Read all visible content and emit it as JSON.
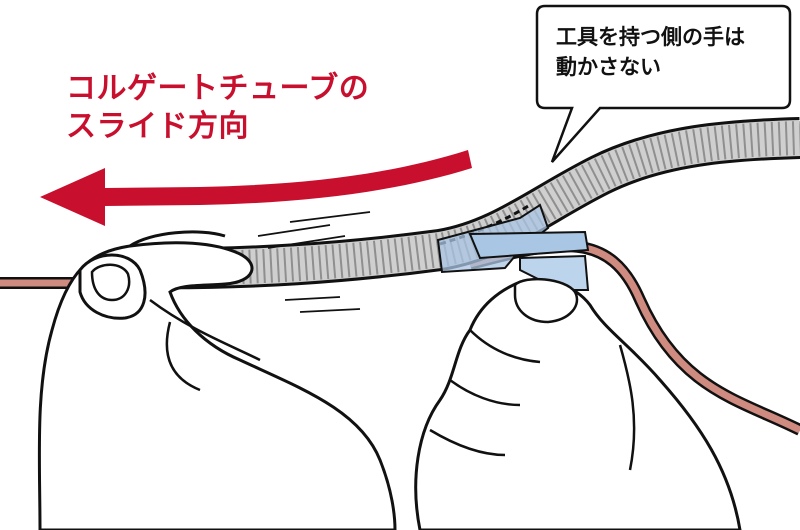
{
  "slide_direction_label": {
    "line1": "コルゲートチューブの",
    "line2": "スライド方向"
  },
  "callout": {
    "line1": "工具を持つ側の手は",
    "line2": "動かさない"
  },
  "colors": {
    "arrow_red": "#c8102e",
    "tube_gray": "#c9c9c9",
    "tube_rib": "#8f8f8f",
    "wire_brown": "#cf8b80",
    "tool_blue": "#a9c6e4",
    "outline": "#111111",
    "skin_fill": "#ffffff"
  },
  "icons": [
    "left-arrow-icon",
    "speech-bubble-icon",
    "motion-lines-icon"
  ]
}
